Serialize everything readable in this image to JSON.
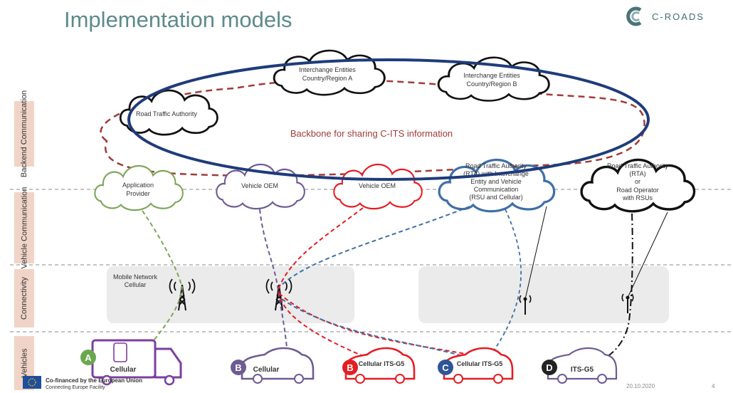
{
  "header": {
    "title": "Implementation models",
    "logo_text": "C-ROADS"
  },
  "rows": {
    "backend": "Backend Communication",
    "vehicle": "Vehicle Communication",
    "connectivity": "Connectivity",
    "vehicles": "Vehicles"
  },
  "clouds": {
    "road_traffic_authority": "Road Traffic Authority",
    "interchange_a": [
      "Interchange Entities",
      "Country/Region A"
    ],
    "interchange_b": [
      "Interchange Entities",
      "Country/Region B"
    ],
    "application_provider": [
      "Application",
      "Provider"
    ],
    "vehicle_oem_1": "Vehicle OEM",
    "vehicle_oem_2": "Vehicle OEM",
    "rta_interchange": [
      "Road Traffic Authority",
      "(RTA) with Interchange",
      "Entity and Vehicle",
      "Communication",
      "(RSU and Cellular)"
    ],
    "rta_operator": [
      "Road Traffic Authority",
      "(RTA)",
      "or",
      "Road Operator",
      "with RSUs"
    ]
  },
  "backbone_label": "Backbone for sharing C-ITS information",
  "connectivity_label": [
    "Mobile Network",
    "Cellular"
  ],
  "vehicles": [
    {
      "badge": "A",
      "label": "Cellular",
      "badge_color": "#6aa84f",
      "color": "#7b3fa0"
    },
    {
      "badge": "B",
      "label": "Cellular",
      "badge_color": "#6e5b94",
      "color": "#6e5b94"
    },
    {
      "badge": "B",
      "label": "Cellular ITS-G5",
      "badge_color": "#e31e24",
      "color": "#e31e24"
    },
    {
      "badge": "C",
      "label": "Cellular ITS-G5",
      "badge_color": "#2f5597",
      "color": "#e31e24"
    },
    {
      "badge": "D",
      "label": "ITS-G5",
      "badge_color": "#222222",
      "color": "#6e5b94"
    }
  ],
  "footer": {
    "cofinanced": "Co-financed by the European Union",
    "facility": "Connecting Europe Facility",
    "date": "20.10.2020",
    "page": "4"
  },
  "colors": {
    "green": "#7fa65a",
    "purple": "#6e5b94",
    "red": "#e31e24",
    "blue": "#3f6fa8",
    "dark_red": "#a33a3a",
    "ellipse": "#1f3c7a"
  }
}
